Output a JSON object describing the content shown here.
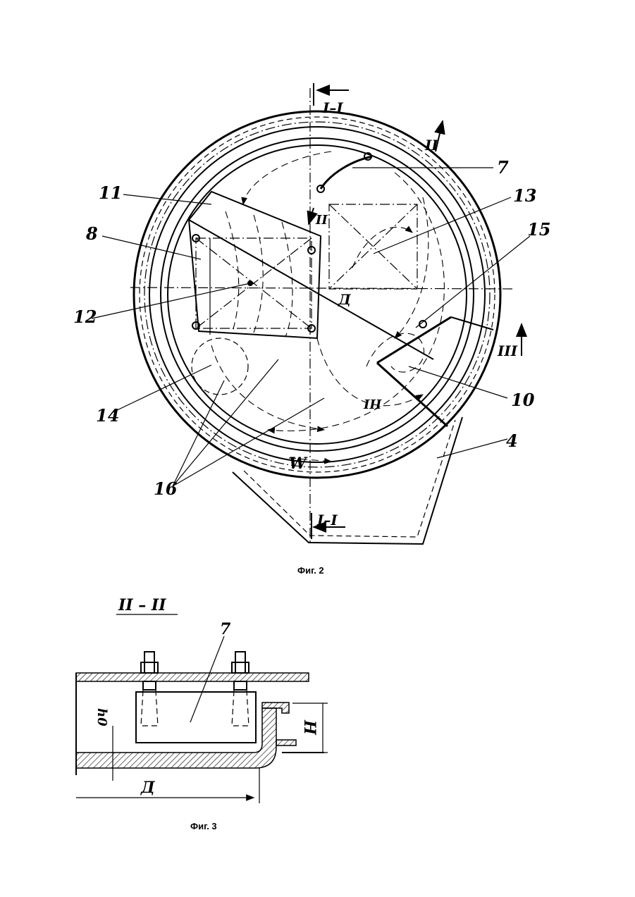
{
  "figure2": {
    "caption": "Фиг. 2",
    "section_labels": {
      "top": "I–I",
      "bottom": "I–I",
      "upper_right": "II",
      "inner": "II",
      "right": "III",
      "lower_inner": "III"
    },
    "labels": {
      "l7": "7",
      "l11": "11",
      "l13": "13",
      "l8": "8",
      "l15": "15",
      "l12": "12",
      "l10": "10",
      "l14": "14",
      "l4": "4",
      "l16": "16",
      "d": "Д",
      "w": "W"
    }
  },
  "figure3": {
    "caption": "Фиг. 3",
    "section_title": "II – II",
    "labels": {
      "l7": "7",
      "h": "Н",
      "h0": "h0",
      "d": "Д"
    }
  }
}
